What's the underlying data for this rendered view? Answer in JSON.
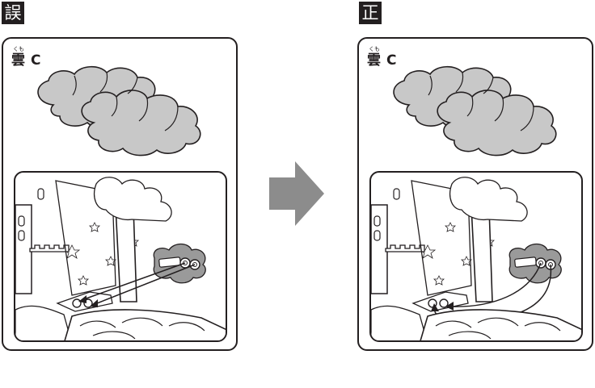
{
  "wrong": {
    "label": "誤",
    "card_furigana": "くも",
    "card_kanji": "雲",
    "card_letter": "C"
  },
  "right": {
    "label": "正",
    "card_furigana": "くも",
    "card_kanji": "雲",
    "card_letter": "C"
  },
  "colors": {
    "ink": "#231f20",
    "cloud_gray": "#c8c8c8",
    "arrow_gray": "#8c8c8c"
  }
}
